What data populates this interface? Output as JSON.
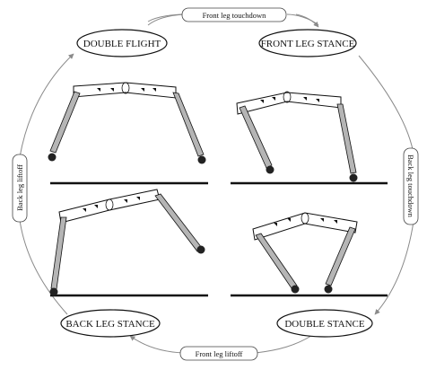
{
  "phases": {
    "double_flight": "DOUBLE FLIGHT",
    "front_leg_stance": "FRONT LEG STANCE",
    "back_leg_stance": "BACK LEG STANCE",
    "double_stance": "DOUBLE STANCE"
  },
  "transitions": {
    "front_touchdown": "Front leg touchdown",
    "back_touchdown": "Back leg touchdown",
    "front_liftoff": "Front leg liftoff",
    "back_liftoff": "Back leg liftoff"
  },
  "colors": {
    "ink": "#111111",
    "cycle_line": "#8a8a8a",
    "leg_fill": "#b5b5b5",
    "foot": "#222222",
    "ground": "#111111"
  }
}
